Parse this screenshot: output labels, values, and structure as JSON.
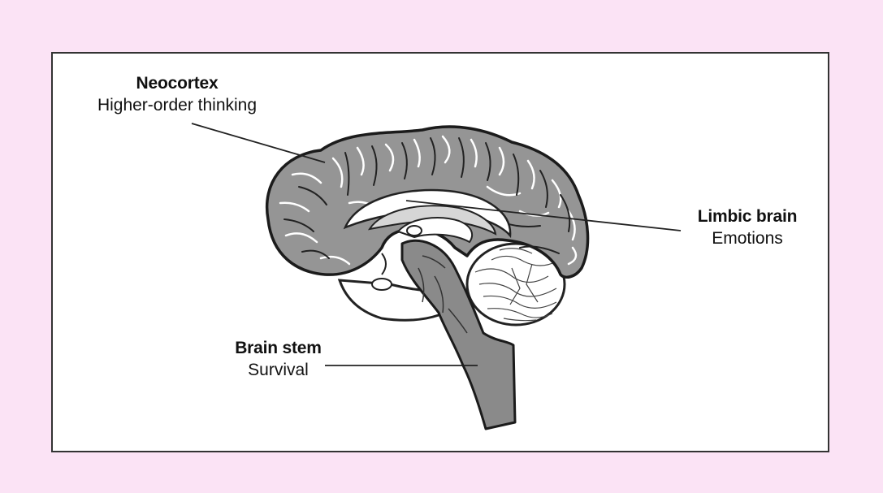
{
  "labels": {
    "neocortex": {
      "title": "Neocortex",
      "desc": "Higher-order thinking"
    },
    "limbic": {
      "title": "Limbic brain",
      "desc": "Emotions"
    },
    "stem": {
      "title": "Brain stem",
      "desc": "Survival"
    }
  },
  "colors": {
    "background": "#fbe3f5",
    "brain_fill": "#959595",
    "outline": "#222222",
    "stem_fill": "#8a8a8a"
  }
}
